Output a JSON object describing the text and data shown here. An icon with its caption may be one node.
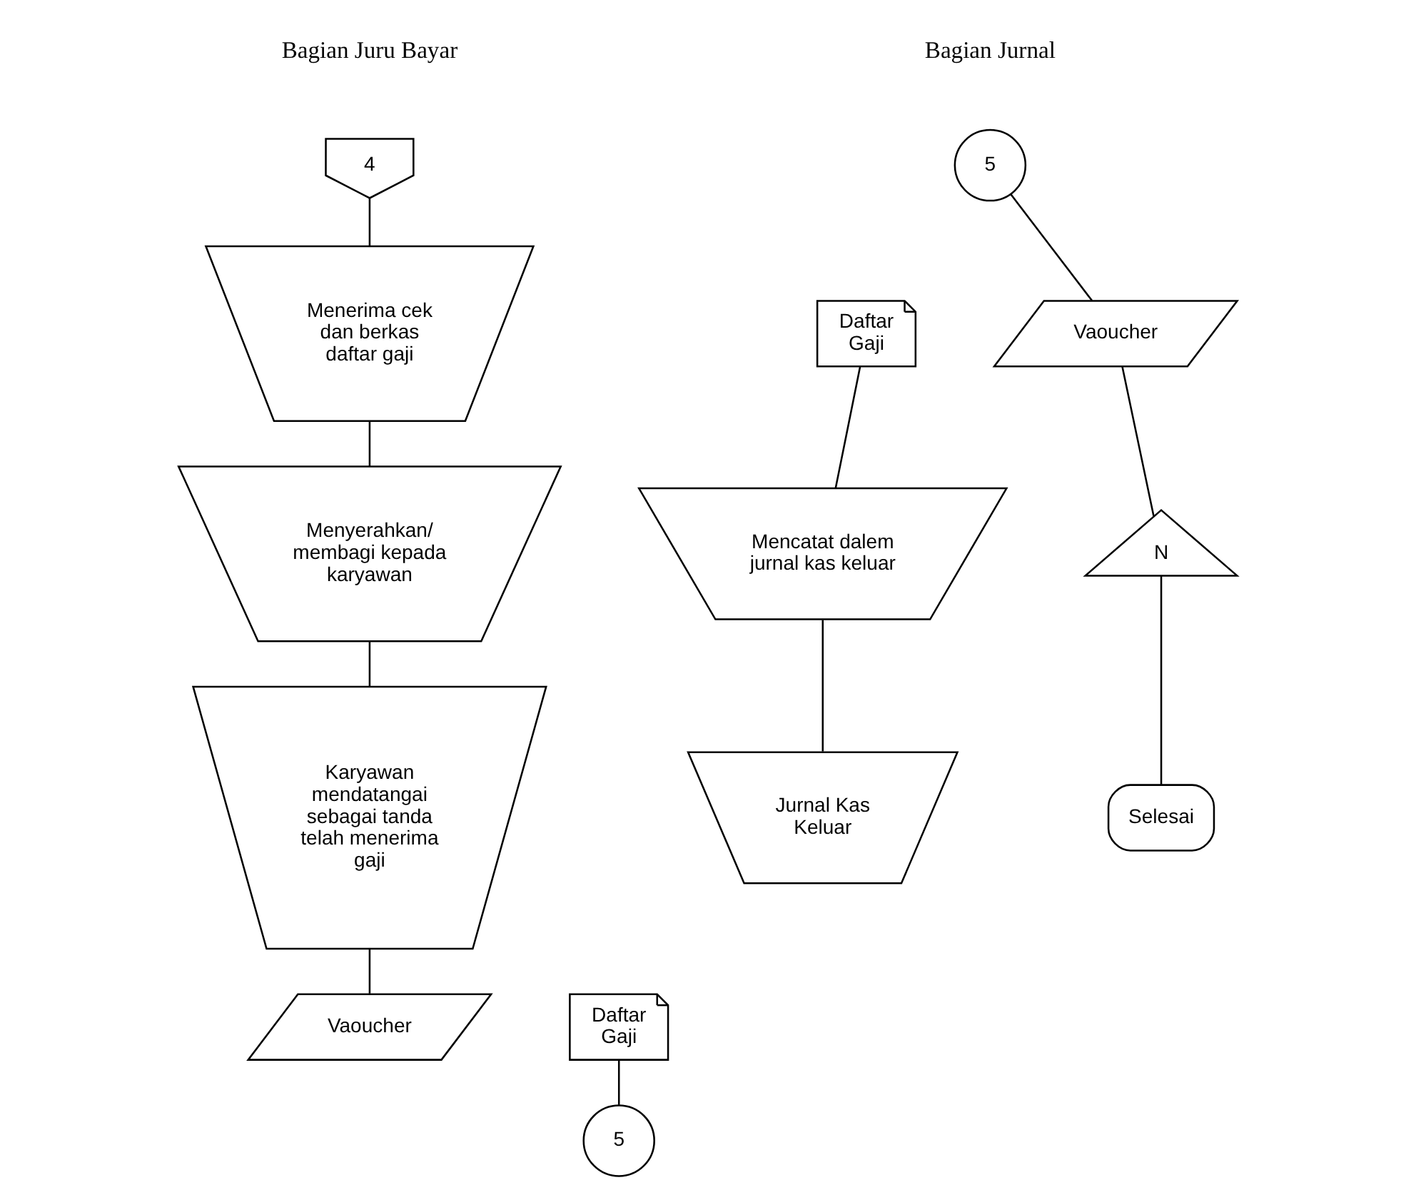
{
  "diagram": {
    "nodes": [
      {
        "text": [
          "4"
        ]
      },
      {
        "text": [
          "Menerima cek dan berkas daftar gaji"
        ]
      },
      {
        "text": [
          "Menyerahkan/ membagi kepada karyawan"
        ]
      },
      {
        "text": [
          "Karyawan mendatangai sebagai tanda telah menerima gaji"
        ]
      },
      {
        "text": [
          "Vaoucher"
        ]
      },
      {
        "text": [
          "Daftar Gaji"
        ]
      },
      {
        "text": [
          "5"
        ]
      },
      {
        "text": [
          "5"
        ]
      },
      {
        "text": [
          "Vaoucher"
        ]
      },
      {
        "text": [
          "Daftar Gaji"
        ]
      },
      {
        "text": [
          "Mencatat dalem jurnal kas keluar"
        ]
      },
      {
        "text": [
          "Jurnal Kas Keluar"
        ]
      },
      {
        "text": [
          "N"
        ]
      },
      {
        "text": [
          "Selesai"
        ]
      }
    ],
    "edges": [
      {
        "from": 0,
        "to": 1,
        "arrow": "none"
      },
      {
        "from": 1,
        "to": 2,
        "arrow": "none"
      },
      {
        "from": 2,
        "to": 3,
        "arrow": "none"
      },
      {
        "from": 3,
        "to": 4,
        "arrow": "none"
      },
      {
        "from": 5,
        "to": 6,
        "arrow": "none"
      },
      {
        "from": 7,
        "to": 8,
        "arrow": "none"
      },
      {
        "from": 9,
        "to": 10,
        "arrow": "none"
      },
      {
        "from": 10,
        "to": 11,
        "arrow": "none"
      },
      {
        "from": 8,
        "to": 12,
        "arrow": "none"
      },
      {
        "from": 12,
        "to": 13,
        "arrow": "none"
      }
    ],
    "labels": [
      "Bagian Juru Bayar",
      "Bagian Jurnal"
    ]
  }
}
